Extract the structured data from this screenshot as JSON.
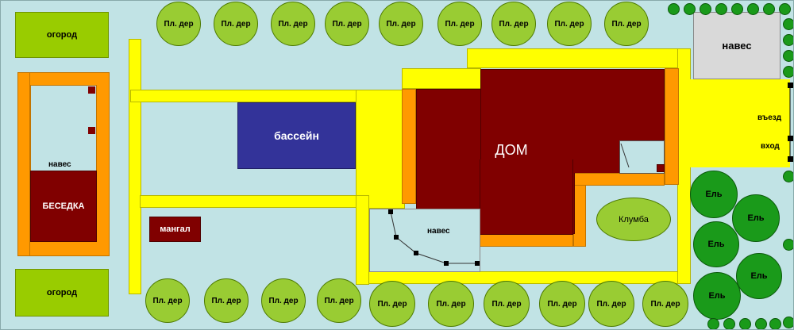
{
  "labels": {
    "garden_top": "огород",
    "garden_bottom": "огород",
    "canopy_left": "навес",
    "gazebo": "БЕСЕДКА",
    "pool": "бассейн",
    "grill": "мангал",
    "house": "ДОМ",
    "canopy_mid": "навес",
    "flowerbed": "Клумба",
    "canopy_right": "навес",
    "driveway": "въезд",
    "entrance": "вход"
  },
  "trees": {
    "fruit_label": "Пл. дер",
    "spruce_label": "Ель"
  },
  "colors": {
    "background": "#c1e3e5",
    "path": "#ffff00",
    "wall": "#ff9900",
    "house": "#800000",
    "garden": "#99cc00",
    "pool": "#333399",
    "fruit_tree": "#99cc33",
    "spruce": "#1a9a1a",
    "canopy_right": "#d9d9d9"
  }
}
